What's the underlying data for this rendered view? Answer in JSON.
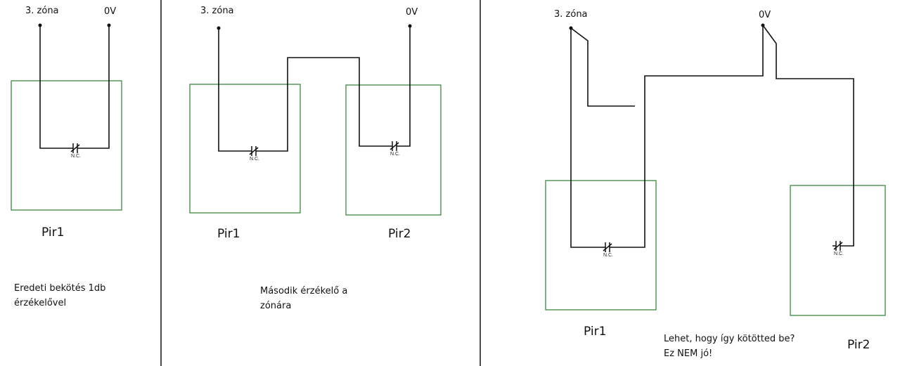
{
  "panels": [
    {
      "terminals": {
        "zone": "3. zóna",
        "zero": "0V"
      },
      "sensors": [
        {
          "name": "Pir1",
          "contact": "N.C."
        }
      ],
      "caption": "Eredeti bekötés 1db\nérzékelővel"
    },
    {
      "terminals": {
        "zone": "3. zóna",
        "zero": "0V"
      },
      "sensors": [
        {
          "name": "Pir1",
          "contact": "N.C."
        },
        {
          "name": "Pir2",
          "contact": "N.C."
        }
      ],
      "caption": "Második érzékelő a\nzónára"
    },
    {
      "terminals": {
        "zone": "3. zóna",
        "zero": "0V"
      },
      "sensors": [
        {
          "name": "Pir1",
          "contact": "N.C."
        },
        {
          "name": "Pir2",
          "contact": "N.C."
        }
      ],
      "caption": "Lehet, hogy így kötötted be?\nEz NEM jó!"
    }
  ],
  "colors": {
    "wire": "#111111",
    "sensor_box": "#2e7d32",
    "divider": "#111111"
  }
}
